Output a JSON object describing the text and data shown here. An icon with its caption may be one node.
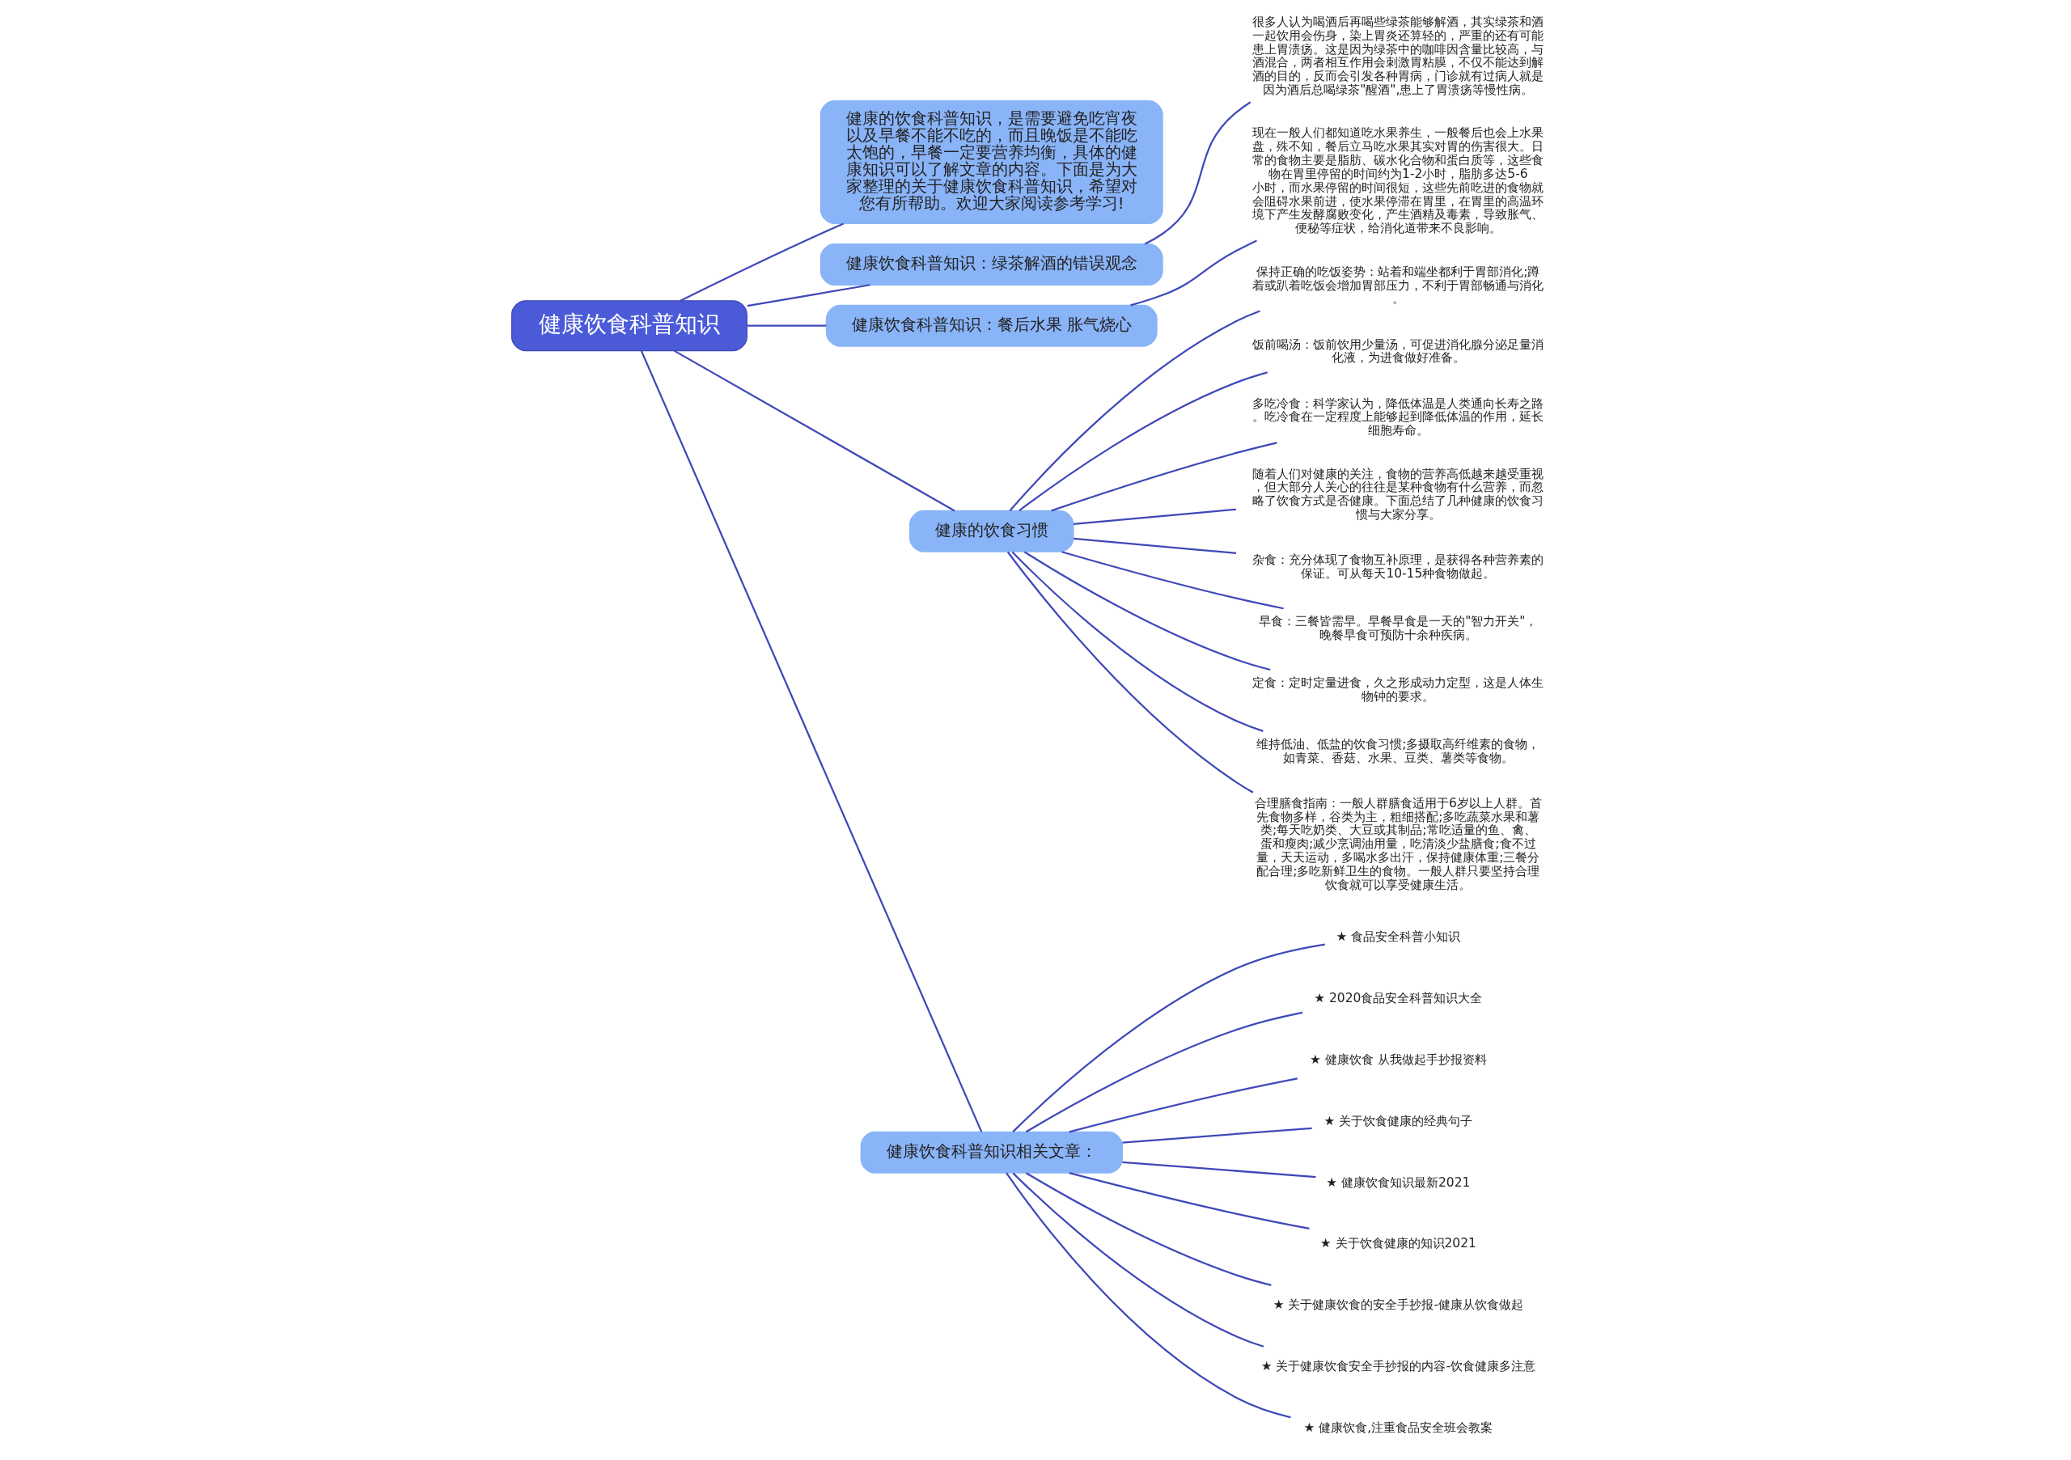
{
  "diagram": {
    "nodes": [
      {
        "text": [
          "健康饮食科普知识"
        ]
      },
      {
        "text": [
          "健康的饮食科普知识，是需要避免吃宵夜以及早餐不能不吃的，而且晚饭是不能吃太饱的，早餐一定要营养均衡，具体的健康知识可以了解文章的内容。下面是为大家整理的关于健康饮食科普知识，希望对您有所帮助。欢迎大家阅读参考学习!"
        ]
      },
      {
        "text": [
          "健康饮食科普知识：绿茶解酒的错误观念"
        ]
      },
      {
        "text": [
          "很多人认为喝酒后再喝些绿茶能够解酒，其实绿茶和酒一起饮用会伤身，染上胃炎还算轻的，严重的还有可能患上胃溃疡。这是因为绿茶中的咖啡因含量比较高，与酒混合，两者相互作用会刺激胃粘膜，不仅不能达到解酒的目的，反而会引发各种胃病，门诊就有过病人就是因为酒后总喝绿茶\"醒酒\",患上了胃溃疡等慢性病。"
        ]
      },
      {
        "text": [
          "健康饮食科普知识：餐后水果 胀气烧心"
        ]
      },
      {
        "text": [
          "现在一般人们都知道吃水果养生，一般餐后也会上水果盘，殊不知，餐后立马吃水果其实对胃的伤害很大。日常的食物主要是脂肪、碳水化合物和蛋白质等，这些食物在胃里停留的时间约为1-2小时，脂肪多达5-6小时，而水果停留的时间很短，这些先前吃进的食物就会阻碍水果前进，使水果停滞在胃里，在胃里的高温环境下产生发酵腐败变化，产生酒精及毒素，导致胀气、便秘等症状，给消化道带来不良影响。"
        ]
      },
      {
        "text": [
          "健康的饮食习惯"
        ]
      },
      {
        "text": [
          "保持正确的吃饭姿势：站着和端坐都利于胃部消化;蹲着或趴着吃饭会增加胃部压力，不利于胃部畅通与消化。"
        ]
      },
      {
        "text": [
          "饭前喝汤：饭前饮用少量汤，可促进消化腺分泌足量消化液，为进食做好准备。"
        ]
      },
      {
        "text": [
          "多吃冷食：科学家认为，降低体温是人类通向长寿之路。吃冷食在一定程度上能够起到降低体温的作用，延长细胞寿命。"
        ]
      },
      {
        "text": [
          "随着人们对健康的关注，食物的营养高低越来越受重视，但大部分人关心的往往是某种食物有什么营养，而忽略了饮食方式是否健康。下面总结了几种健康的饮食习惯与大家分享。"
        ]
      },
      {
        "text": [
          "杂食：充分体现了食物互补原理，是获得各种营养素的保证。可从每天10-15种食物做起。"
        ]
      },
      {
        "text": [
          "早食：三餐皆需早。早餐早食是一天的\"智力开关\"，晚餐早食可预防十余种疾病。"
        ]
      },
      {
        "text": [
          "定食：定时定量进食，久之形成动力定型，这是人体生物钟的要求。"
        ]
      },
      {
        "text": [
          "维持低油、低盐的饮食习惯;多摄取高纤维素的食物，如青菜、香菇、水果、豆类、薯类等食物。"
        ]
      },
      {
        "text": [
          "合理膳食指南：一般人群膳食适用于6岁以上人群。首先食物多样，谷类为主，粗细搭配;多吃蔬菜水果和薯类;每天吃奶类、大豆或其制品;常吃适量的鱼、禽、蛋和瘦肉;减少烹调油用量，吃清淡少盐膳食;食不过量，天天运动，多喝水多出汗，保持健康体重;三餐分配合理;多吃新鲜卫生的食物。一般人群只要坚持合理饮食就可以享受健康生活。"
        ]
      },
      {
        "text": [
          "健康饮食科普知识相关文章："
        ]
      },
      {
        "text": [
          "★ 食品安全科普小知识"
        ]
      },
      {
        "text": [
          "★ 2020食品安全科普知识大全"
        ]
      },
      {
        "text": [
          "★ 健康饮食 从我做起手抄报资料"
        ]
      },
      {
        "text": [
          "★ 关于饮食健康的经典句子"
        ]
      },
      {
        "text": [
          "★ 健康饮食知识最新2021"
        ]
      },
      {
        "text": [
          "★ 关于饮食健康的知识2021"
        ]
      },
      {
        "text": [
          "★ 关于健康饮食的安全手抄报-健康从饮食做起"
        ]
      },
      {
        "text": [
          "★ 关于健康饮食安全手抄报的内容-饮食健康多注意"
        ]
      },
      {
        "text": [
          "★ 健康饮食,注重食品安全班会教案"
        ]
      }
    ],
    "edges": [
      {
        "from": 0,
        "to": 1,
        "arrow": "none"
      },
      {
        "from": 0,
        "to": 2,
        "arrow": "none"
      },
      {
        "from": 2,
        "to": 3,
        "arrow": "none"
      },
      {
        "from": 0,
        "to": 4,
        "arrow": "none"
      },
      {
        "from": 4,
        "to": 5,
        "arrow": "none"
      },
      {
        "from": 0,
        "to": 6,
        "arrow": "none"
      },
      {
        "from": 6,
        "to": 7,
        "arrow": "none"
      },
      {
        "from": 6,
        "to": 8,
        "arrow": "none"
      },
      {
        "from": 6,
        "to": 9,
        "arrow": "none"
      },
      {
        "from": 6,
        "to": 10,
        "arrow": "none"
      },
      {
        "from": 6,
        "to": 11,
        "arrow": "none"
      },
      {
        "from": 6,
        "to": 12,
        "arrow": "none"
      },
      {
        "from": 6,
        "to": 13,
        "arrow": "none"
      },
      {
        "from": 6,
        "to": 14,
        "arrow": "none"
      },
      {
        "from": 6,
        "to": 15,
        "arrow": "none"
      },
      {
        "from": 0,
        "to": 16,
        "arrow": "none"
      },
      {
        "from": 16,
        "to": 17,
        "arrow": "none"
      },
      {
        "from": 16,
        "to": 18,
        "arrow": "none"
      },
      {
        "from": 16,
        "to": 19,
        "arrow": "none"
      },
      {
        "from": 16,
        "to": 20,
        "arrow": "none"
      },
      {
        "from": 16,
        "to": 21,
        "arrow": "none"
      },
      {
        "from": 16,
        "to": 22,
        "arrow": "none"
      },
      {
        "from": 16,
        "to": 23,
        "arrow": "none"
      },
      {
        "from": 16,
        "to": 24,
        "arrow": "none"
      },
      {
        "from": 16,
        "to": 25,
        "arrow": "none"
      }
    ]
  }
}
